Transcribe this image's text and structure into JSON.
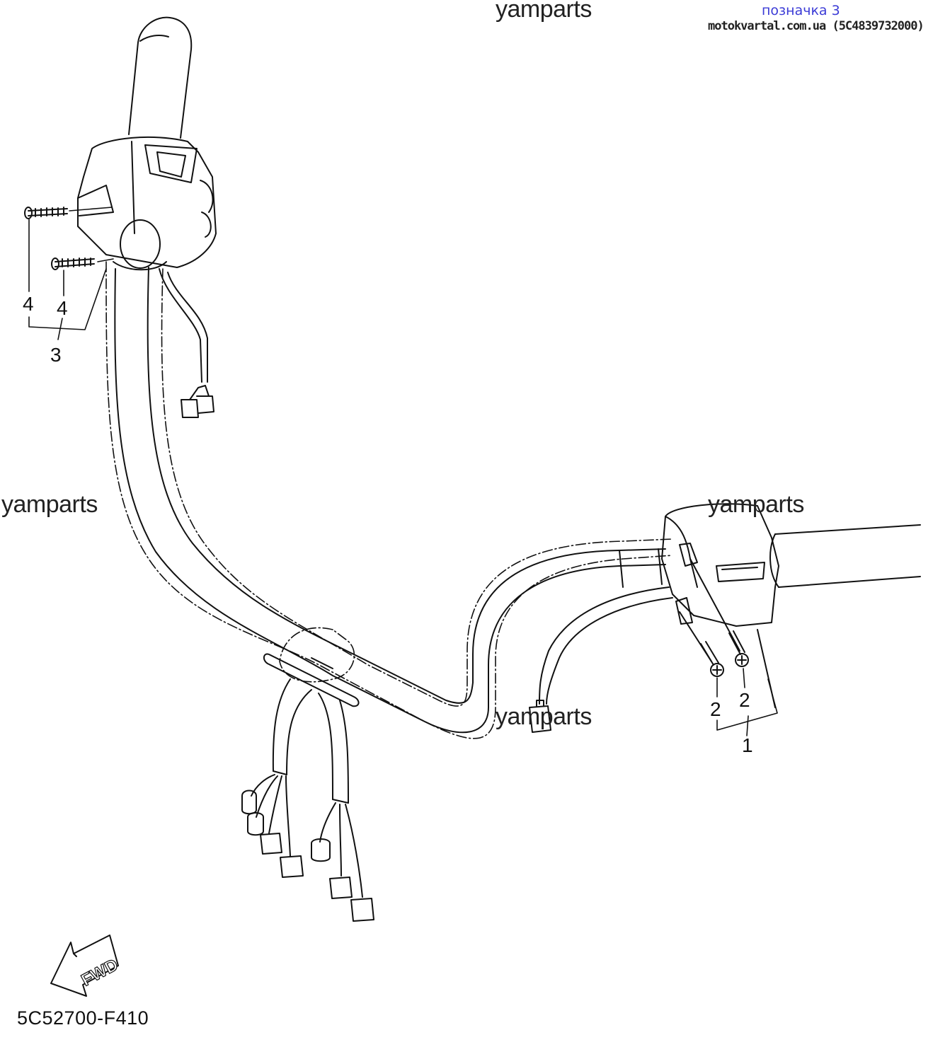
{
  "header": {
    "badge_title": "позначка 3",
    "badge_source": "motokvartal.com.ua (5C4839732000)"
  },
  "watermarks": [
    "yamparts",
    "yamparts",
    "yamparts",
    "yamparts"
  ],
  "callouts": {
    "c1": "1",
    "c2a": "2",
    "c2b": "2",
    "c3": "3",
    "c4a": "4",
    "c4b": "4"
  },
  "fwd_label": "FWD",
  "diagram_code": "5C52700-F410",
  "icons": [
    "screw-icon",
    "connector-icon",
    "fwd-arrow-icon"
  ],
  "colors": {
    "line": "#111111",
    "badge_title": "#3b3bd6"
  }
}
